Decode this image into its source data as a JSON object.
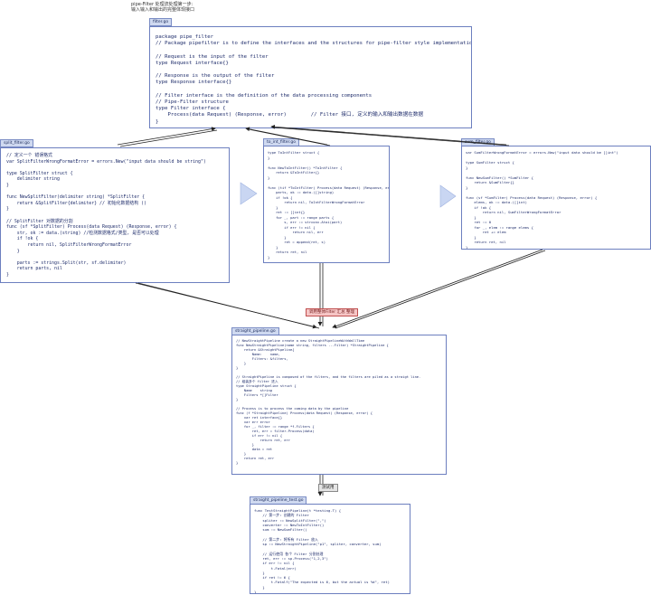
{
  "note": "pipe-Filter 处理流处理第一步:\n输入输入和输出的完整体现接口",
  "filter": {
    "tab": "filter.go",
    "code": "package pipe_filter\n// Package pipefilter is to define the interfaces and the structures for pipe-filter style implementation\n\n// Request is the input of the filter\ntype Request interface{}\n\n// Response is the output of the filter\ntype Response interface{}\n\n// Filter interface is the definition of the data processing components\n// Pipe-Filter structure\ntype Filter interface {\n    Process(data Request) (Response, error)        // Filter 接口, 定义的输入和输出数据在数据\n}"
  },
  "split": {
    "tab": "split_filter.go",
    "code": "// 定义一个 错误格式\nvar SplitFilterWrongFormatError = errors.New(\"input data should be string\")\n\ntype SplitFilter struct {\n    delimiter string\n}\n\nfunc NewSplitFilter(delimiter string) *SplitFilter {\n    return &SplitFilter{delimiter} // 初始化数据结构 ()\n}\n\n// SplitFilter 对数据的分割\nfunc (sf *SplitFilter) Process(data Request) (Response, error) {\n    str, ok := data.(string) //检测数据格式/类型, 是否可以处理\n    if !ok {\n        return nil, SplitFilterWrongFormatError\n    }\n\n    parts := strings.Split(str, sf.delimiter)\n    return parts, nil\n}"
  },
  "toint": {
    "tab": "to_int_filter.go",
    "code": "type ToIntFilter struct {\n}\n\nfunc NewToIntFilter() *ToIntFilter {\n    return &ToIntFilter{}\n}\n\nfunc (tif *ToIntFilter) Process(data Request) (Response, error) {\n    parts, ok := data.([]string)\n    if !ok {\n        return nil, ToIntFilterWrongFormatError\n    }\n    ret := []int{}\n    for _, part := range parts {\n        s, err := strconv.Atoi(part)\n        if err != nil {\n            return nil, err\n        }\n        ret = append(ret, s)\n    }\n    return ret, nil\n}"
  },
  "sum": {
    "tab": "sum_filter.go",
    "code": "var SumFilterWrongFormatError = errors.New(\"input data should be []int\")\n\ntype SumFilter struct {\n}\n\nfunc NewSumFilter() *SumFilter {\n    return &SumFilter{}\n}\n\nfunc (sf *SumFilter) Process(data Request) (Response, error) {\n    elems, ok := data.([]int)\n    if !ok {\n        return nil, SumFilterWrongFormatError\n    }\n    ret := 0\n    for _, elem := range elems {\n        ret += elem\n    }\n    return ret, nil\n}"
  },
  "straight": {
    "tab": "straight_pipeline.go",
    "code": "// NewStraightPipeline create a new StraightPipelineWithWallTime\nfunc NewStraightPipeline(name string, filters ...Filter) *StraightPipeline {\n    return &StraightPipeline{\n        Name:    name,\n        Filters: &filters,\n    }\n}\n\n// StraightPipeline is composed of the filters, and the filters are piled as a straigt line.\n// 组装多个 filter 进入\ntype StraightPipeline struct {\n    Name    string\n    Filters *[]Filter\n}\n\n// Process is to process the coming data by the pipeline\nfunc (f *StraightPipeline) Process(data Request) (Response, error) {\n    var ret interface{}\n    var err error\n    for _, filter := range *f.Filters {\n        ret, err = filter.Process(data)\n        if err != nil {\n            return ret, err\n        }\n        data = ret\n    }\n    return ret, err\n}"
  },
  "test": {
    "tab": "straight_pipeline_test.go",
    "code": "func TestStraightPipeline(t *testing.T) {\n    // 第一步: 创建的 Filter\n    spliter := NewSplitFilter(\",\")\n    converter := NewToIntFilter()\n    sum := NewSumFilter()\n\n    // 第二步: 将所有 Filter 放入\n    sp := NewStraightPipeline(\"p1\", spliter, converter, sum)\n\n    // 运行使用 各个 Filter 分割处理\n    ret, err := sp.Process(\"1,2,3\")\n    if err != nil {\n        t.Fatal(err)\n    }\n    if ret != 6 {\n        t.Fatalf(\"The expected is 6, but the actual is %d\", ret)\n    }\n}"
  },
  "labels": {
    "combine": "调用整体Filter 汇总 整理",
    "test_label": "测试用"
  },
  "colors": {
    "border": "#6c7fbf",
    "tab_bg": "#cfd9f0",
    "arrow_fill": "#c9d6f2",
    "line": "#222222"
  }
}
